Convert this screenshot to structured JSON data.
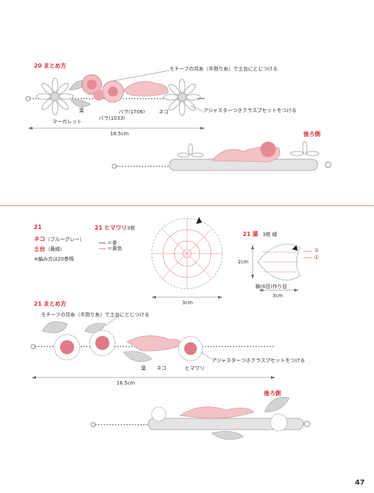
{
  "s20": {
    "title": "20 まとめ方",
    "note_top": "モチーフの共糸（半割り糸）で土台にとじつける",
    "note_clasp": "アジャスターつきクラスプセットをつける",
    "leaf": "葉",
    "marguerite": "マーガレット",
    "rose1706": "バラ(1706)",
    "rose1033": "バラ(1033)",
    "cat": "ネコ",
    "length": "16.5cm",
    "back": "後ろ側"
  },
  "s21": {
    "num": "21",
    "cat_label": "ネコ",
    "cat_sub": "（ブルーグレー）",
    "base_label": "土台",
    "base_sub": "（黄緑）",
    "ref": "※編み方は20参照",
    "sunflower_title": "21 ヒマワリ",
    "sunflower_count": "3枚",
    "legend_brown": "＝茶",
    "legend_yellow": "＝黄色",
    "sunflower_size": "3cm",
    "leaf_title": "21 葉",
    "leaf_count": "3枚 緑",
    "leaf_height": "2cm",
    "leaf_chain": "鎖(6目)作り目",
    "leaf_width": "3cm",
    "assembly_title": "21 まとめ方",
    "note_top": "モチーフの共糸（半割り糸）で土台にとじつける",
    "note_clasp": "アジャスターつきクラスプセットをつける",
    "leaf": "葉",
    "cat": "ネコ",
    "sunflower": "ヒマワリ",
    "length": "16.5cm",
    "back": "後ろ側"
  },
  "page_number": "47",
  "colors": {
    "accent": "#d8343a",
    "pink": "#e8a0a8",
    "gray": "#b8b8b8"
  }
}
